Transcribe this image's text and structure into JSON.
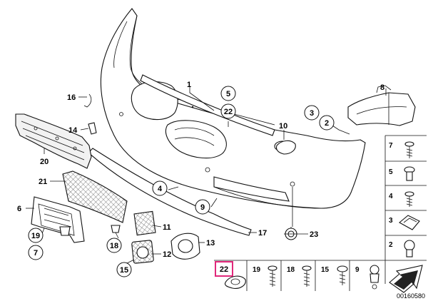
{
  "diagram": {
    "part_labels": [
      "1",
      "2",
      "3",
      "4",
      "5",
      "6",
      "7",
      "8",
      "9",
      "10",
      "11",
      "12",
      "13",
      "14",
      "15",
      "16",
      "17",
      "18",
      "19",
      "20",
      "21",
      "22",
      "23"
    ],
    "highlighted_label": "22",
    "fastener_labels": [
      "7",
      "5",
      "4",
      "3",
      "2",
      "19",
      "18",
      "15",
      "9"
    ],
    "reference_number": "00160580",
    "colors": {
      "highlight": "#e0287a",
      "line": "#111111",
      "fill": "#ffffff",
      "mesh": "#555555"
    }
  }
}
